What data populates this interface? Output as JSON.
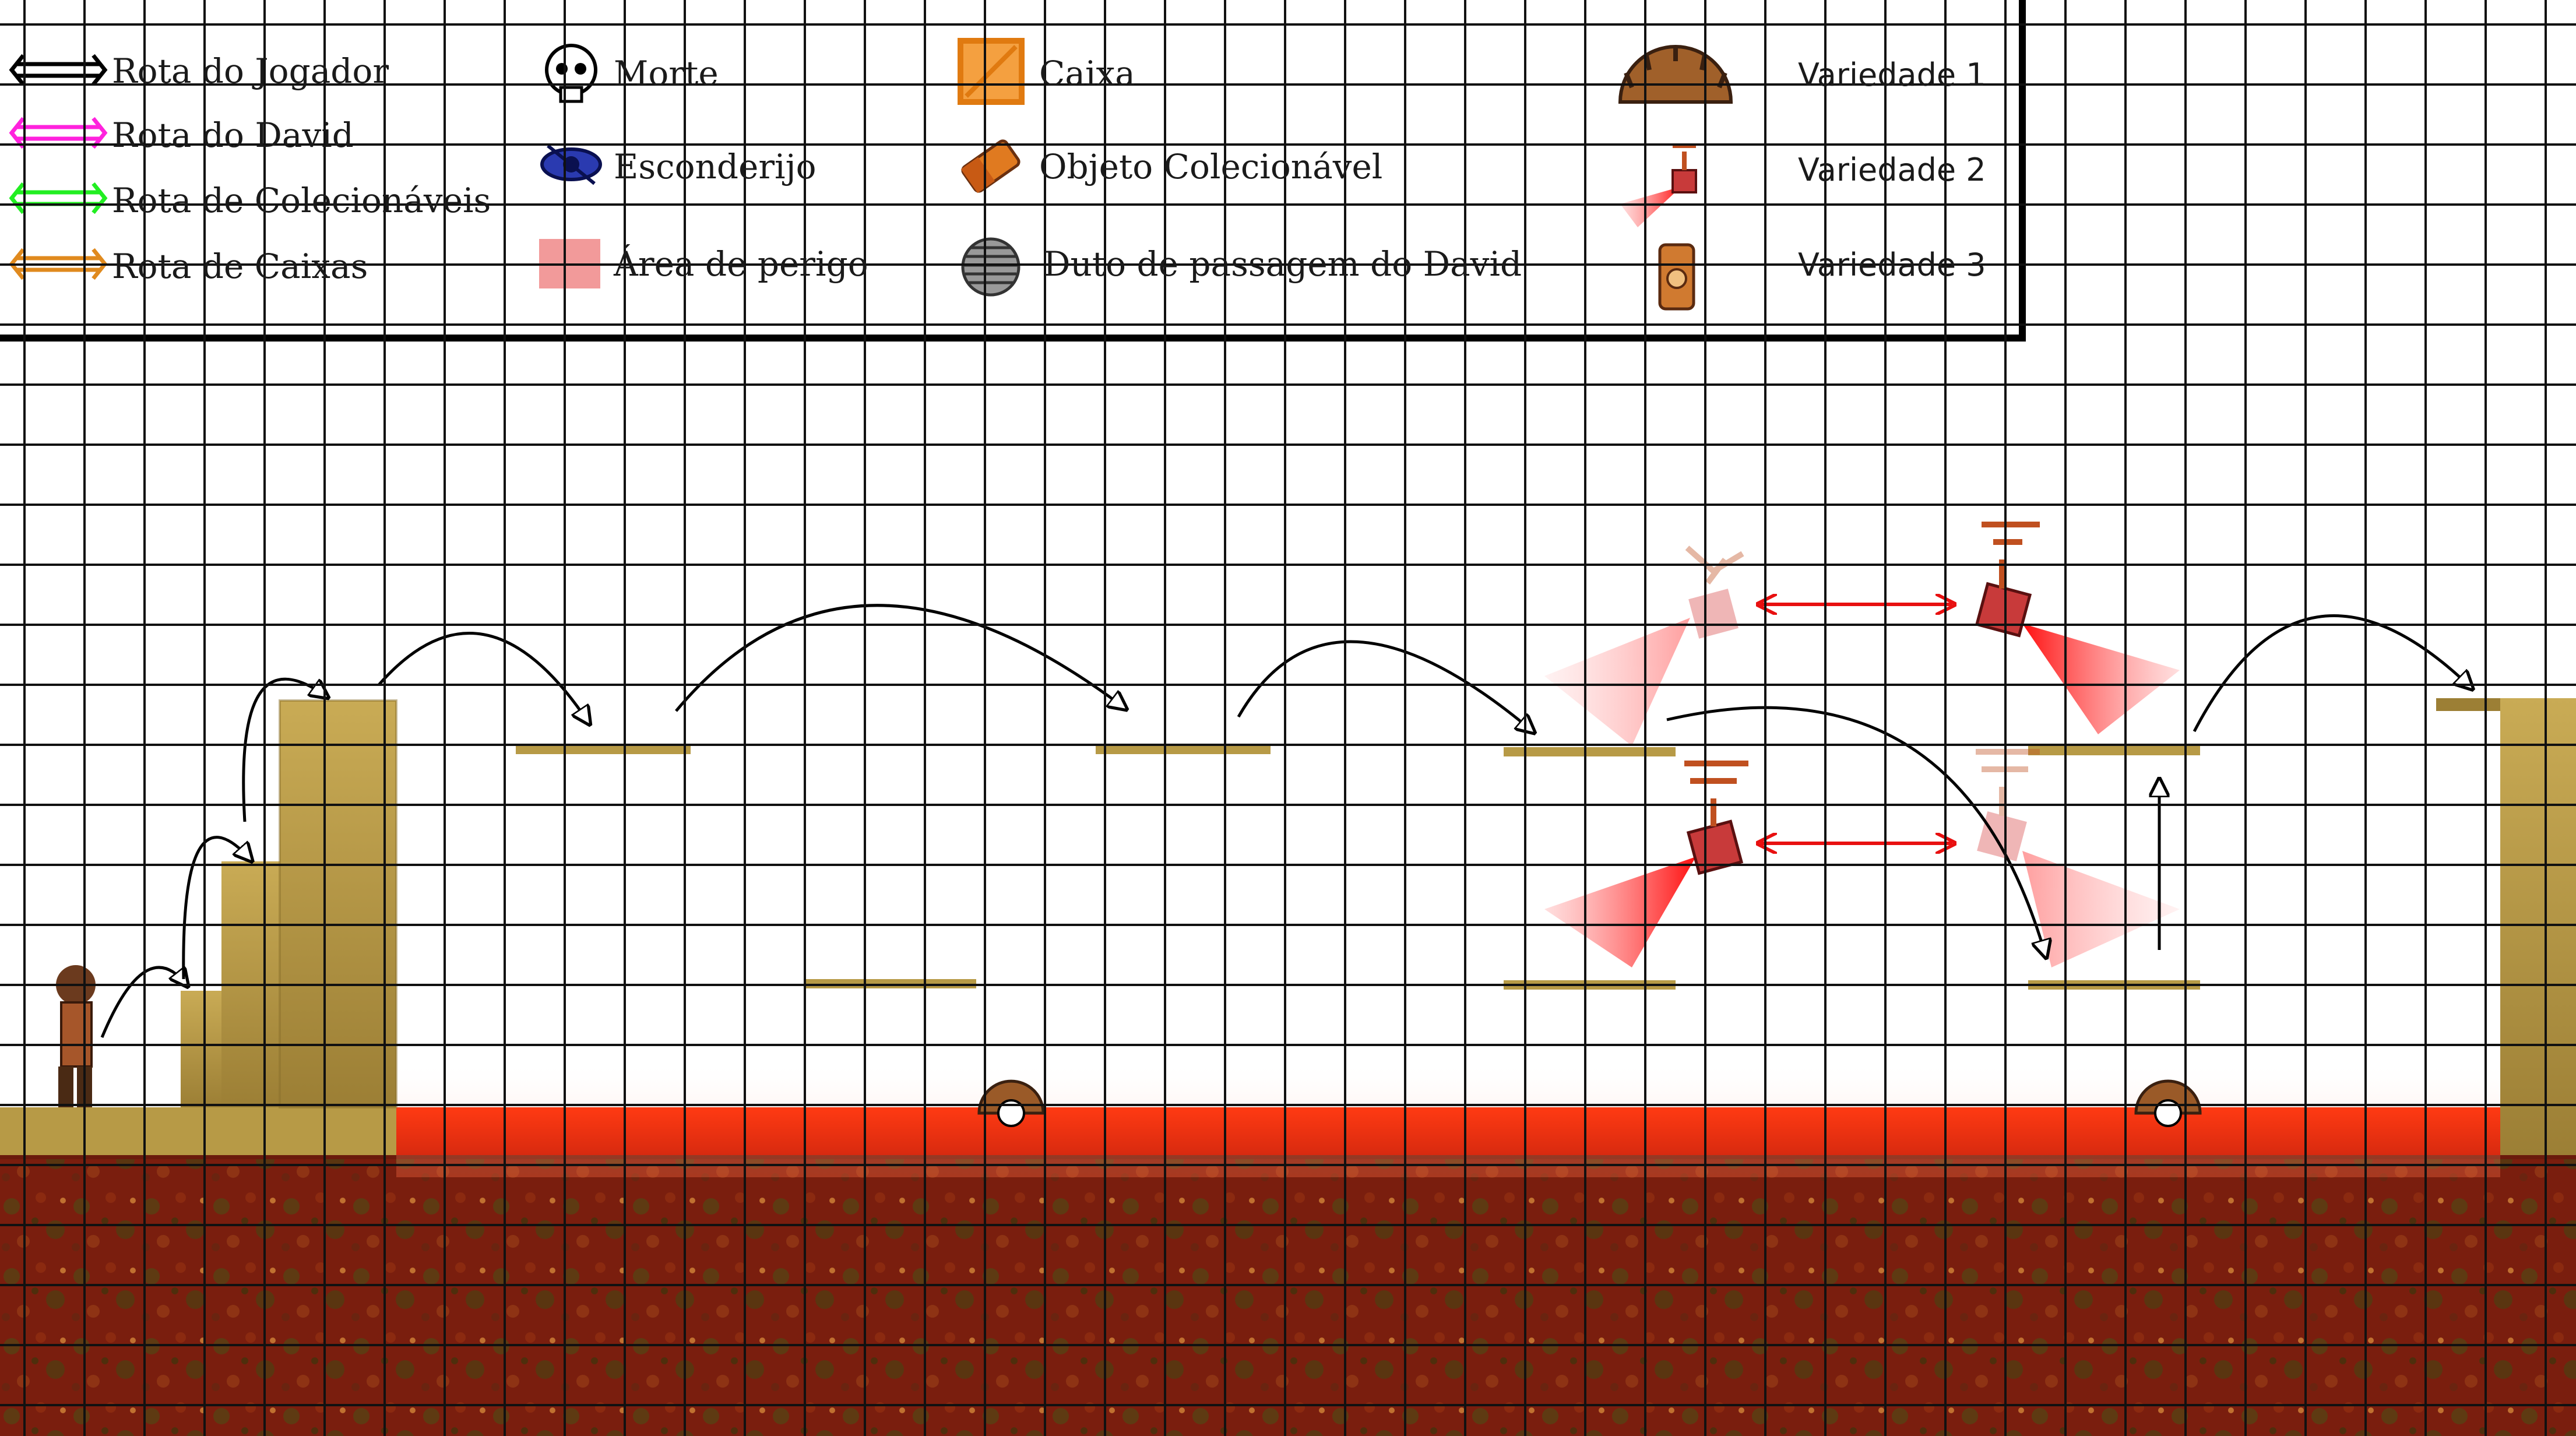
{
  "legend": {
    "items": [
      {
        "id": "player-route",
        "label": "Rota do Jogador",
        "color": "#000000",
        "icon": "double-arrow-icon"
      },
      {
        "id": "david-route",
        "label": "Rota do David",
        "color": "#ff22dd",
        "icon": "double-arrow-icon"
      },
      {
        "id": "collectibles-route",
        "label": "Rota de Colecionáveis",
        "color": "#22ee22",
        "icon": "double-arrow-icon"
      },
      {
        "id": "boxes-route",
        "label": "Rota de Caixas",
        "color": "#e08a1e",
        "icon": "double-arrow-icon"
      },
      {
        "id": "death",
        "label": "Morte",
        "icon": "skull-icon"
      },
      {
        "id": "hideout",
        "label": "Esconderijo",
        "icon": "hidden-eye-icon",
        "color": "#1a2a9a"
      },
      {
        "id": "danger-area",
        "label": "Área de perigo",
        "icon": "danger-square-icon",
        "color": "#f29a9a"
      },
      {
        "id": "box",
        "label": "Caixa",
        "icon": "crate-icon",
        "color": "#f08a10"
      },
      {
        "id": "collectible",
        "label": "Objeto Colecionável",
        "icon": "collectible-icon",
        "color": "#e07a20"
      },
      {
        "id": "duct",
        "label": "Duto de passagem do David",
        "icon": "duct-icon",
        "color": "#777777"
      },
      {
        "id": "variety-1",
        "label": "Variedade 1",
        "icon": "saw-trap-icon"
      },
      {
        "id": "variety-2",
        "label": "Variedade 2",
        "icon": "laser-drone-icon"
      },
      {
        "id": "variety-3",
        "label": "Variedade 3",
        "icon": "totem-icon"
      }
    ]
  },
  "colors": {
    "grid": "#111111",
    "wood": "#b79a46",
    "wood_dark": "#8a6f2c",
    "lava": "#e23a16",
    "ground": "#7a1d0e",
    "laser": "#ff2222",
    "player_route": "#000000"
  }
}
